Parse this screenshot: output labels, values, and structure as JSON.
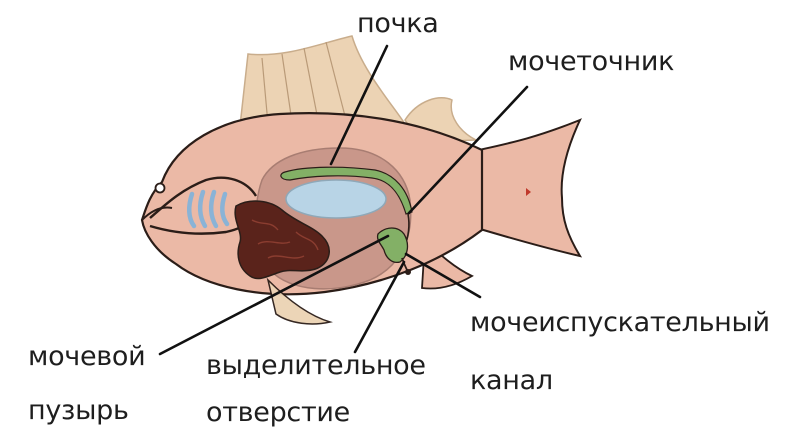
{
  "labels": {
    "kidney": "почка",
    "ureter": "мочеточник",
    "urinary_canal_line1": "мочеиспускательный",
    "urinary_canal_line2": "канал",
    "bladder_line1": "мочевой",
    "bladder_line2": "пузырь",
    "opening_line1": "выделительное",
    "opening_line2": "отверстие"
  },
  "colors": {
    "fin": "#ecd3b4",
    "fin_ray": "#b99a78",
    "body": "#ebb9a6",
    "outline": "#2b1d18",
    "body_cavity": "#c9978a",
    "swim_bladder": "#b8d4e6",
    "kidney": "#83b066",
    "gills": "#8ab3d6",
    "liver": "#5a231b",
    "pointer": "#111111"
  }
}
